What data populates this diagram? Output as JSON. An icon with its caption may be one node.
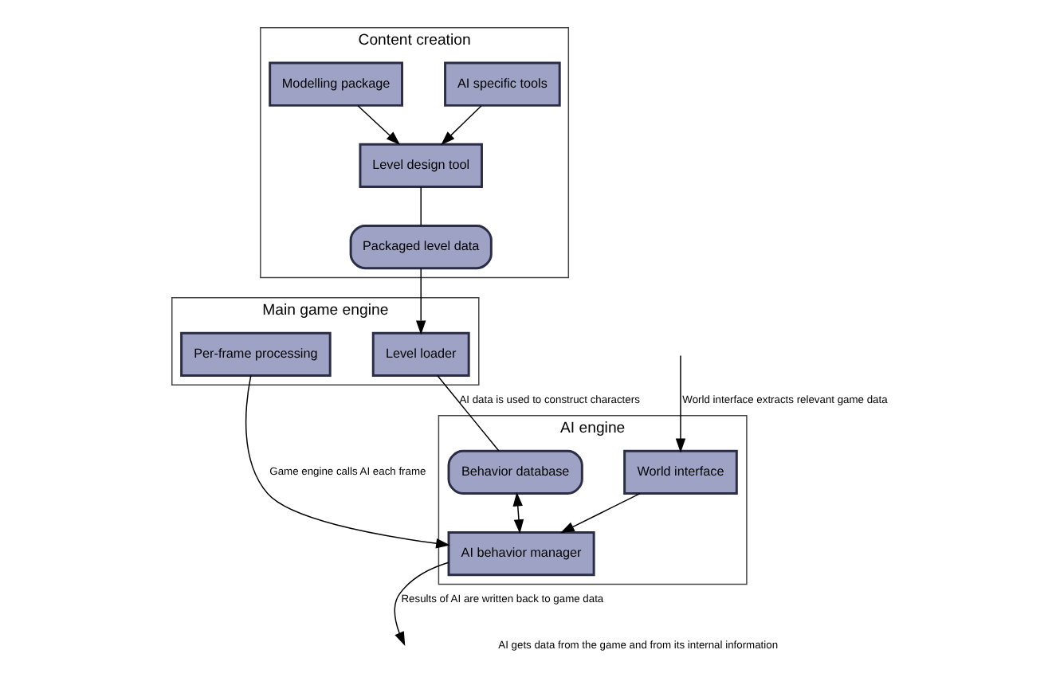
{
  "diagram": {
    "nodes": [
      {
        "text": [
          "Content creation"
        ]
      },
      {
        "text": [
          "AI specific tools"
        ],
        "in": 0
      },
      {
        "text": [
          "Modelling package"
        ],
        "in": 0
      },
      {
        "text": [
          "Level design tool"
        ],
        "in": 0
      },
      {
        "text": [
          "Packaged level data"
        ],
        "in": 0
      },
      {
        "text": [
          "Main game engine"
        ]
      },
      {
        "text": [
          "Level loader"
        ],
        "in": 5
      },
      {
        "text": [
          "Per-frame processing"
        ],
        "in": 5
      },
      {
        "text": [
          "AI engine"
        ]
      },
      {
        "text": [
          "Behavior database"
        ],
        "in": 8
      },
      {
        "text": [
          "World interface"
        ],
        "in": 8
      },
      {
        "text": [
          "AI behavior manager"
        ],
        "in": 8
      }
    ],
    "edges": [
      {
        "from": 1,
        "to": 3,
        "arrow": "to"
      },
      {
        "from": 2,
        "to": 3,
        "arrow": "to"
      },
      {
        "from": 3,
        "to": 4,
        "arrow": "none"
      },
      {
        "from": 4,
        "to": 6,
        "arrow": "to"
      },
      {
        "from": 6,
        "to": 9,
        "arrow": "none",
        "label": "AI data is used to construct characters"
      },
      {
        "from": null,
        "to": 10,
        "arrow": "to",
        "label": "World interface extracts relevant game data"
      },
      {
        "from": 7,
        "to": 11,
        "arrow": "to",
        "label": "Game engine calls AI each frame"
      },
      {
        "from": 10,
        "to": 11,
        "arrow": "to"
      },
      {
        "from": 9,
        "to": 11,
        "arrow": "both"
      },
      {
        "from": 11,
        "to": null,
        "arrow": "to",
        "label": "Results of AI are written back to game data"
      }
    ],
    "labels": [
      "AI gets data from the game and from its internal information"
    ]
  }
}
